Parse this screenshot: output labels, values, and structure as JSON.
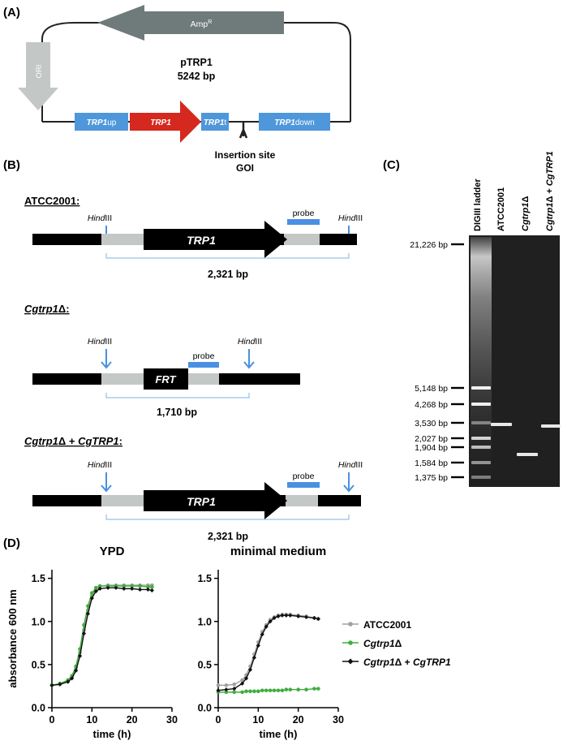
{
  "panel_labels": {
    "a": "(A)",
    "b": "(B)",
    "c": "(C)",
    "d": "(D)"
  },
  "plasmid": {
    "ampr": "Amp",
    "ampr_sup": "R",
    "ori": "ORI",
    "name": "pTRP1",
    "size": "5242 bp",
    "trp1up": "TRP1",
    "trp1up_suffix": "up",
    "trp1": "TRP1",
    "trp1t": "TRP1",
    "trp1t_suffix": "t",
    "trp1down": "TRP1",
    "trp1down_suffix": "down",
    "insertion_line1": "Insertion site",
    "insertion_line2": "GOI"
  },
  "strains": {
    "wt": {
      "title": "ATCC2001:",
      "gene": "TRP1",
      "probe": "probe",
      "size": "2,321 bp"
    },
    "mut": {
      "title_italic": "Cgtrp1",
      "title_rest": "Δ:",
      "gene": "FRT",
      "probe": "probe",
      "size": "1,710 bp"
    },
    "comp": {
      "title_italic1": "Cgtrp1",
      "title_mid": "Δ + ",
      "title_italic2": "CgTRP1",
      "title_end": ":",
      "gene": "TRP1",
      "probe": "probe",
      "size": "2,321 bp"
    },
    "hind_italic": "Hind",
    "hind_rest": "III"
  },
  "gel": {
    "lanes": {
      "ladder": "DIGIII ladder",
      "wt": "ATCC2001",
      "mut_italic": "Cgtrp1",
      "mut_rest": "Δ",
      "comp_italic1": "Cgtrp1",
      "comp_mid": "Δ + ",
      "comp_italic2": "CgTRP1"
    },
    "markers": [
      "21,226 bp",
      "5,148 bp",
      "4,268 bp",
      "3,530 bp",
      "2,027 bp",
      "1,904 bp",
      "1,584 bp",
      "1,375 bp"
    ]
  },
  "growth": {
    "ylabel": "absorbance 600 nm",
    "xlabel": "time (h)",
    "legend": {
      "wt": "ATCC2001",
      "mut_italic": "Cgtrp1",
      "mut_rest": "Δ",
      "comp_italic1": "Cgtrp1",
      "comp_mid": "Δ + ",
      "comp_italic2": "CgTRP1"
    },
    "colors": {
      "wt": "#a0a0a0",
      "mut": "#3fae3f",
      "comp": "#111111"
    }
  },
  "chart_data": [
    {
      "type": "line",
      "title": "YPD",
      "xlabel": "time (h)",
      "ylabel": "absorbance 600 nm",
      "xlim": [
        0,
        30
      ],
      "ylim": [
        0,
        1.6
      ],
      "xticks": [
        "0",
        "10",
        "20",
        "30"
      ],
      "yticks": [
        "0.0",
        "0.5",
        "1.0",
        "1.5"
      ],
      "x": [
        0,
        2,
        4,
        5,
        6,
        7,
        8,
        9,
        10,
        11,
        12,
        14,
        16,
        18,
        20,
        22,
        24,
        25
      ],
      "series": [
        {
          "name": "ATCC2001",
          "values": [
            0.26,
            0.28,
            0.31,
            0.36,
            0.46,
            0.64,
            0.9,
            1.13,
            1.3,
            1.38,
            1.41,
            1.42,
            1.42,
            1.42,
            1.42,
            1.42,
            1.42,
            1.42
          ]
        },
        {
          "name": "Cgtrp1Δ",
          "values": [
            0.26,
            0.28,
            0.32,
            0.37,
            0.48,
            0.68,
            0.96,
            1.18,
            1.33,
            1.39,
            1.41,
            1.41,
            1.41,
            1.41,
            1.41,
            1.41,
            1.4,
            1.4
          ]
        },
        {
          "name": "Cgtrp1Δ + CgTRP1",
          "values": [
            0.26,
            0.27,
            0.3,
            0.34,
            0.43,
            0.6,
            0.86,
            1.09,
            1.27,
            1.35,
            1.38,
            1.39,
            1.39,
            1.38,
            1.38,
            1.37,
            1.37,
            1.36
          ]
        }
      ]
    },
    {
      "type": "line",
      "title": "minimal medium",
      "xlabel": "time (h)",
      "ylabel": "",
      "xlim": [
        0,
        30
      ],
      "ylim": [
        0,
        1.6
      ],
      "xticks": [
        "0",
        "10",
        "20",
        "30"
      ],
      "yticks": [
        "0.0",
        "0.5",
        "1.0",
        "1.5"
      ],
      "x": [
        0,
        2,
        4,
        6,
        7,
        8,
        9,
        10,
        11,
        12,
        13,
        14,
        15,
        16,
        17,
        18,
        20,
        22,
        24,
        25
      ],
      "series": [
        {
          "name": "ATCC2001",
          "values": [
            0.26,
            0.26,
            0.27,
            0.32,
            0.38,
            0.48,
            0.62,
            0.76,
            0.88,
            0.96,
            1.02,
            1.05,
            1.07,
            1.08,
            1.08,
            1.08,
            1.07,
            1.06,
            1.04,
            1.03
          ]
        },
        {
          "name": "Cgtrp1Δ",
          "values": [
            0.18,
            0.18,
            0.18,
            0.18,
            0.19,
            0.19,
            0.19,
            0.19,
            0.2,
            0.2,
            0.2,
            0.2,
            0.2,
            0.2,
            0.21,
            0.21,
            0.21,
            0.21,
            0.22,
            0.22
          ]
        },
        {
          "name": "Cgtrp1Δ + CgTRP1",
          "values": [
            0.2,
            0.21,
            0.22,
            0.28,
            0.34,
            0.44,
            0.58,
            0.72,
            0.85,
            0.94,
            1.0,
            1.04,
            1.06,
            1.07,
            1.07,
            1.07,
            1.06,
            1.05,
            1.04,
            1.03
          ]
        }
      ]
    }
  ]
}
